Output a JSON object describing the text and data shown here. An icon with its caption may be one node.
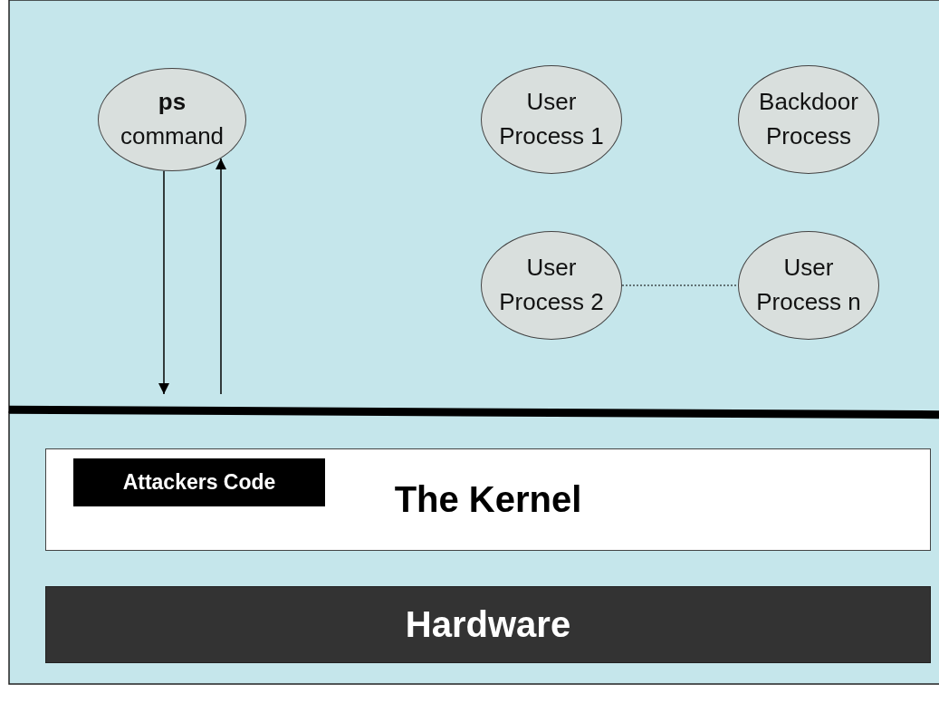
{
  "diagram": {
    "nodes": [
      {
        "text": [
          "**ps** command"
        ]
      },
      {
        "text": [
          "User Process 1"
        ]
      },
      {
        "text": [
          "Backdoor Process"
        ]
      },
      {
        "text": [
          "User Process 2"
        ]
      },
      {
        "text": [
          "User Process n"
        ]
      },
      {
        "text": [
          "The Kernel"
        ]
      },
      {
        "text": [
          "Attackers Code"
        ],
        "in": 5
      },
      {
        "text": [
          "Hardware"
        ]
      }
    ],
    "edges": [
      {
        "from": 0,
        "to": null,
        "arrow": "to"
      },
      {
        "from": null,
        "to": 0,
        "arrow": "to"
      },
      {
        "from": 3,
        "to": 4,
        "arrow": "none",
        "style": "dashed"
      }
    ]
  }
}
